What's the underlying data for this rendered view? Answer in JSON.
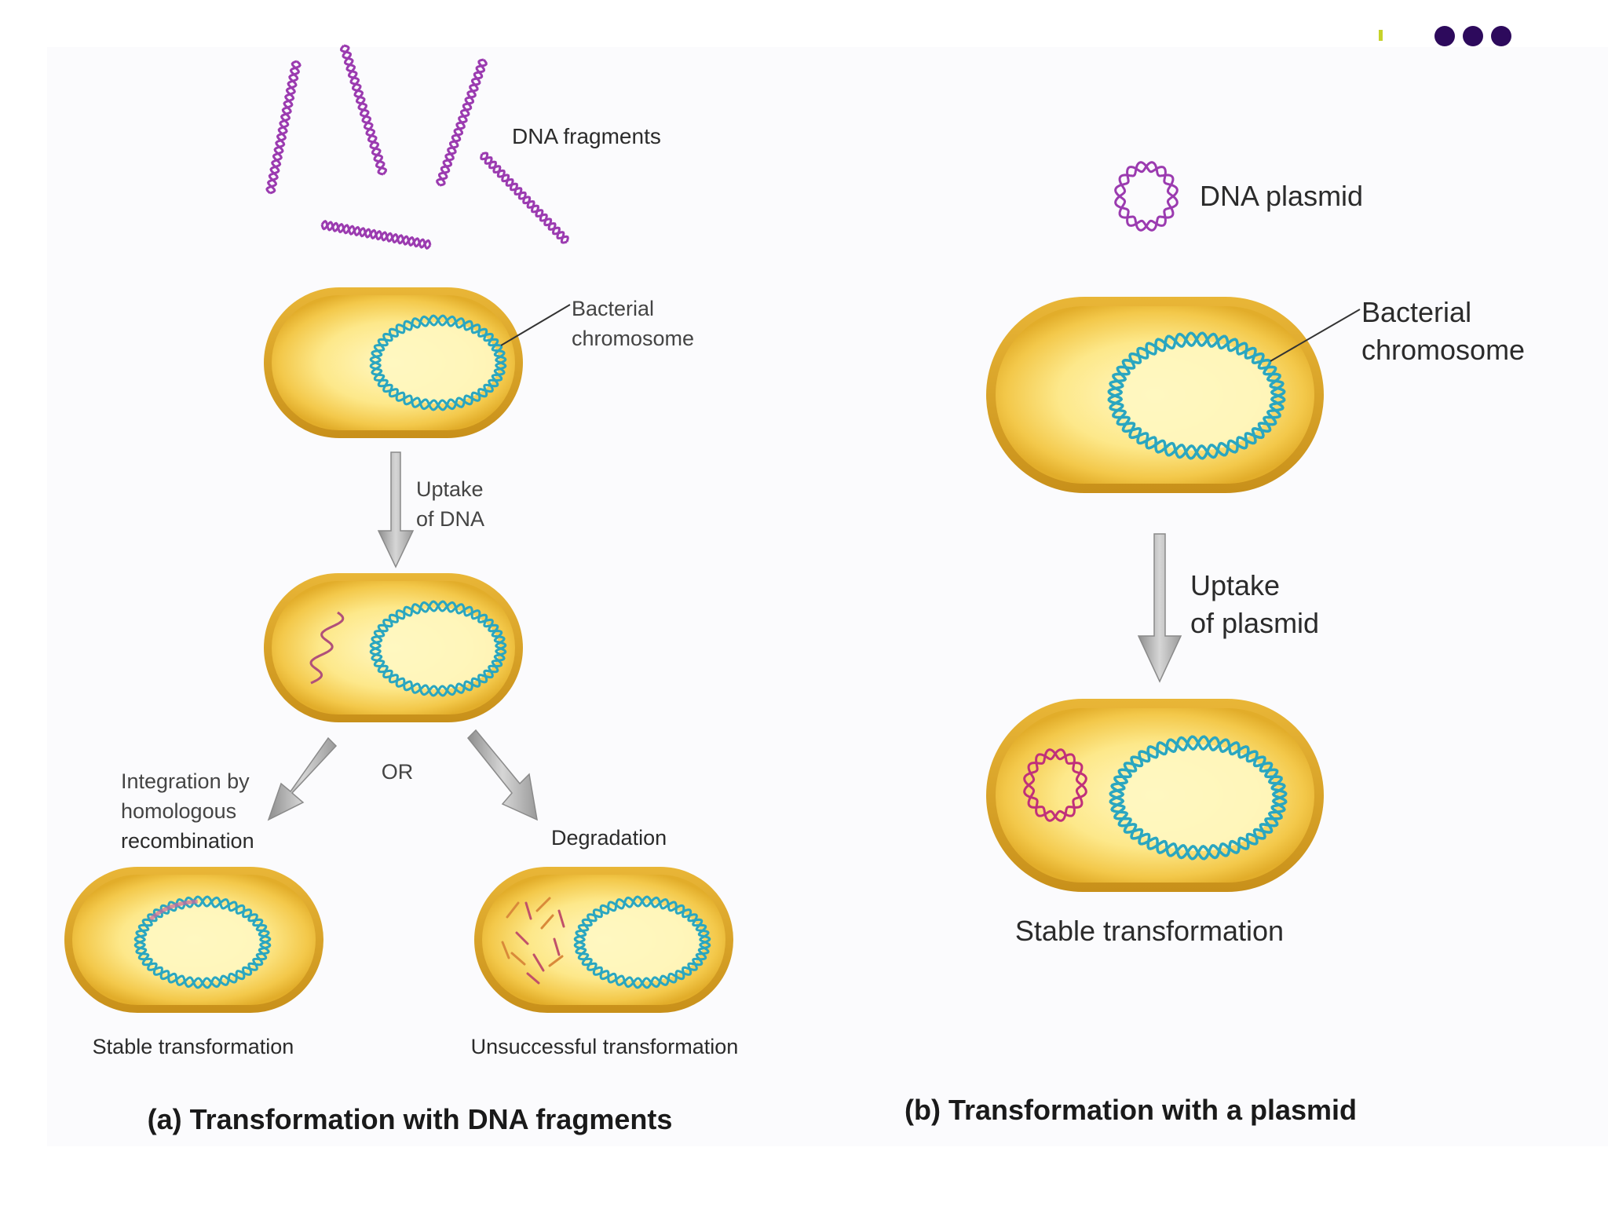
{
  "panel_a": {
    "dna_fragments_label": "DNA fragments",
    "chromosome_label_line1": "Bacterial",
    "chromosome_label_line2": "chromosome",
    "uptake_line1": "Uptake",
    "uptake_line2": "of DNA",
    "or_label": "OR",
    "integration_line1": "Integration by",
    "integration_line2": "homologous",
    "integration_line3": "recombination",
    "degradation_label": "Degradation",
    "stable_label": "Stable transformation",
    "unsuccessful_label": "Unsuccessful transformation",
    "caption": "(a) Transformation with DNA fragments"
  },
  "panel_b": {
    "plasmid_label": "DNA plasmid",
    "chromosome_label_line1": "Bacterial",
    "chromosome_label_line2": "chromosome",
    "uptake_line1": "Uptake",
    "uptake_line2": "of plasmid",
    "stable_label": "Stable transformation",
    "caption": "(b) Transformation with a plasmid"
  },
  "colors": {
    "cell_outer": "#d9a21c",
    "cell_inner": "#fff3a8",
    "chromosome": "#2aa6c0",
    "dna_fragment": "#9b3bb0",
    "plasmid": "#c0307a",
    "arrow": "#b8b8b8",
    "bullet_dots": "#2d0a5c",
    "bullet_bar": "#c6d22a"
  }
}
